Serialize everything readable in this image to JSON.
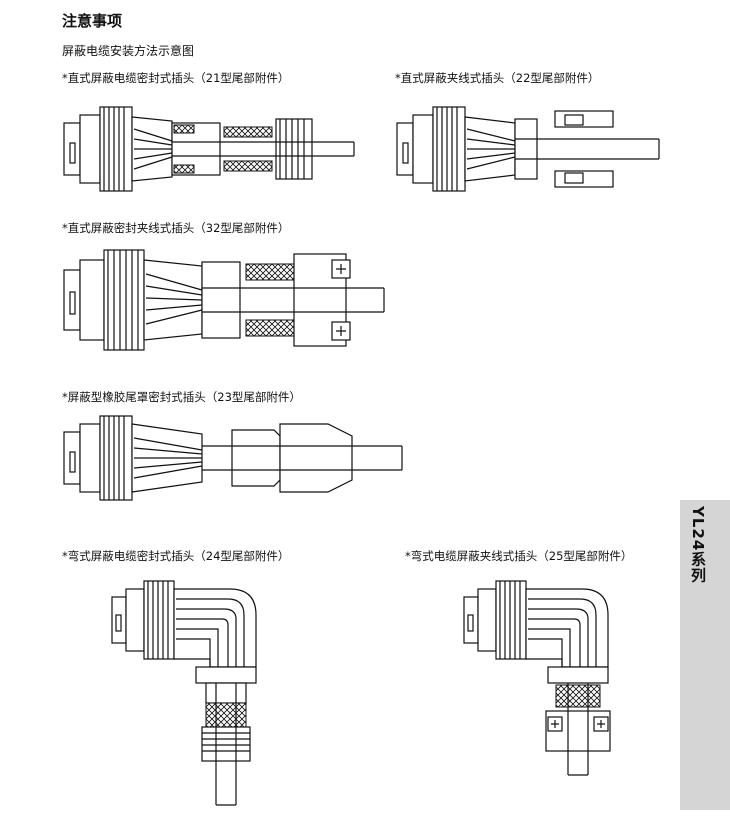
{
  "page": {
    "title": "注意事项",
    "subtitle": "屏蔽电缆安装方法示意图",
    "side_tab": "YL24系列"
  },
  "diagrams": [
    {
      "label": "*直式屏蔽电缆密封式插头（21型尾部附件）"
    },
    {
      "label": "*直式屏蔽夹线式插头（22型尾部附件）"
    },
    {
      "label": "*直式屏蔽密封夹线式插头（32型尾部附件）"
    },
    {
      "label": "*屏蔽型橡胶尾罩密封式插头（23型尾部附件）"
    },
    {
      "label": "*弯式屏蔽电缆密封式插头（24型尾部附件）"
    },
    {
      "label": "*弯式电缆屏蔽夹线式插头（25型尾部附件）"
    }
  ]
}
